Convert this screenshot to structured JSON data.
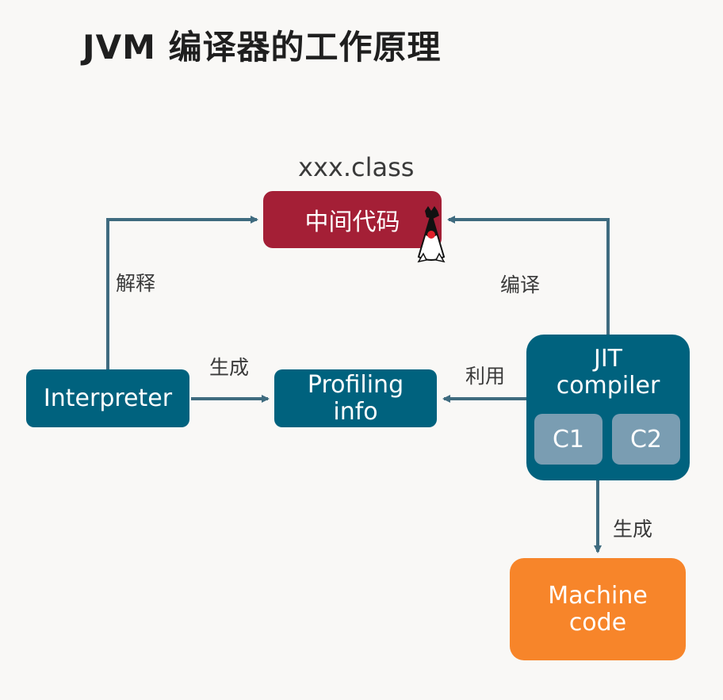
{
  "title": "JVM 编译器的工作原理",
  "nodes": {
    "bytecode_caption": "xxx.class",
    "bytecode": "中间代码",
    "interpreter": "Interpreter",
    "profiling_line1": "Profiling",
    "profiling_line2": "info",
    "jit_line1": "JIT",
    "jit_line2": "compiler",
    "c1": "C1",
    "c2": "C2",
    "machine_line1": "Machine",
    "machine_line2": "code"
  },
  "edges": {
    "interpret": "解释",
    "generate_profiling": "生成",
    "use": "利用",
    "compile": "编译",
    "generate_machine": "生成"
  },
  "colors": {
    "bytecode": "#a41f36",
    "teal": "#00627e",
    "sub": "#7a9db2",
    "machine": "#f7852a",
    "arrow": "#3f6b7f"
  },
  "icons": {
    "mascot": "java-duke-icon"
  }
}
